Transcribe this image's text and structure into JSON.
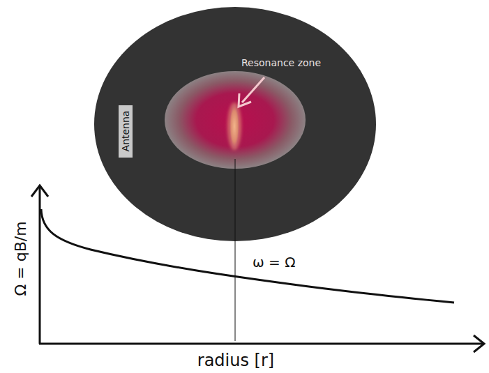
{
  "diagram": {
    "nodes": [
      {
        "text": [
          "Antenna"
        ]
      }
    ],
    "labels": [
      "Resonance zone",
      "ω = Ω",
      "Ω = qB/m",
      "radius [r]"
    ]
  }
}
